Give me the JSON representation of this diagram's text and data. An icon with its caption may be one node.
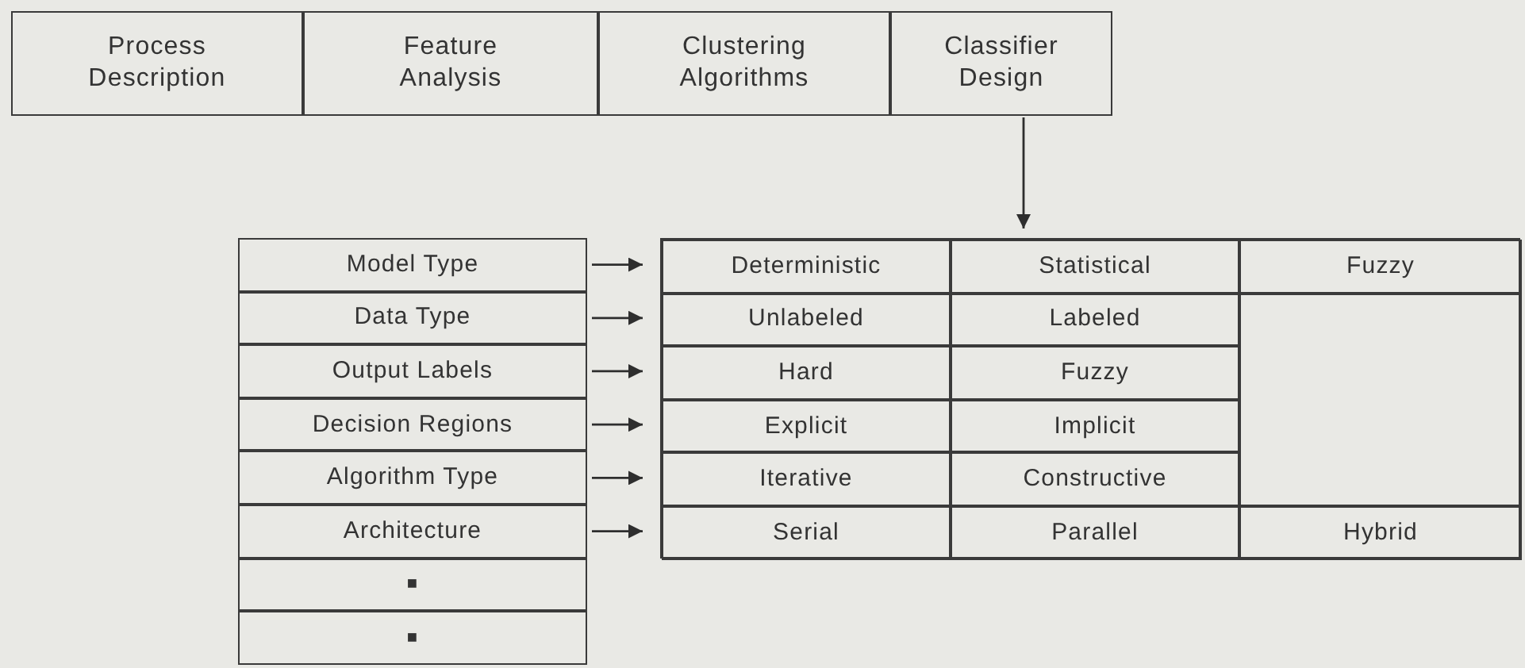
{
  "diagram": {
    "nodes": [
      {
        "text": [
          "Process Description"
        ]
      },
      {
        "text": [
          "Feature Analysis"
        ]
      },
      {
        "text": [
          "Clustering Algorithms"
        ]
      },
      {
        "text": [
          "Classifier Design"
        ]
      },
      {
        "text": [
          "Model Type"
        ]
      },
      {
        "text": [
          "Data Type"
        ]
      },
      {
        "text": [
          "Output Labels"
        ]
      },
      {
        "text": [
          "Decision Regions"
        ]
      },
      {
        "text": [
          "Algorithm Type"
        ]
      },
      {
        "text": [
          "Architecture"
        ]
      },
      {
        "text": [
          "■"
        ]
      },
      {
        "text": [
          "■"
        ]
      },
      {
        "text": [],
        "shape": "box"
      },
      {
        "text": [
          "Deterministic"
        ],
        "in": 12
      },
      {
        "text": [
          "Statistical"
        ],
        "in": 12
      },
      {
        "text": [
          "Fuzzy"
        ],
        "in": 12
      },
      {
        "text": [
          "Unlabeled"
        ],
        "in": 12
      },
      {
        "text": [
          "Labeled"
        ],
        "in": 12
      },
      {
        "text": [],
        "shape": "box",
        "in": 12
      },
      {
        "text": [
          "Hard"
        ],
        "in": 12
      },
      {
        "text": [
          "Fuzzy"
        ],
        "in": 12
      },
      {
        "text": [
          "Explicit"
        ],
        "in": 12
      },
      {
        "text": [
          "Implicit"
        ],
        "in": 12
      },
      {
        "text": [
          "Iterative"
        ],
        "in": 12
      },
      {
        "text": [
          "Constructive"
        ],
        "in": 12
      },
      {
        "text": [
          "Serial"
        ],
        "in": 12
      },
      {
        "text": [
          "Parallel"
        ],
        "in": 12
      },
      {
        "text": [
          "Hybrid"
        ],
        "in": 12
      }
    ],
    "edges": [
      {
        "from": 3,
        "to": 12,
        "arrow": "to"
      },
      {
        "from": 4,
        "to": 13,
        "arrow": "to"
      },
      {
        "from": 5,
        "to": 16,
        "arrow": "to"
      },
      {
        "from": 6,
        "to": 19,
        "arrow": "to"
      },
      {
        "from": 7,
        "to": 21,
        "arrow": "to"
      },
      {
        "from": 8,
        "to": 23,
        "arrow": "to"
      },
      {
        "from": 9,
        "to": 25,
        "arrow": "to"
      }
    ]
  }
}
